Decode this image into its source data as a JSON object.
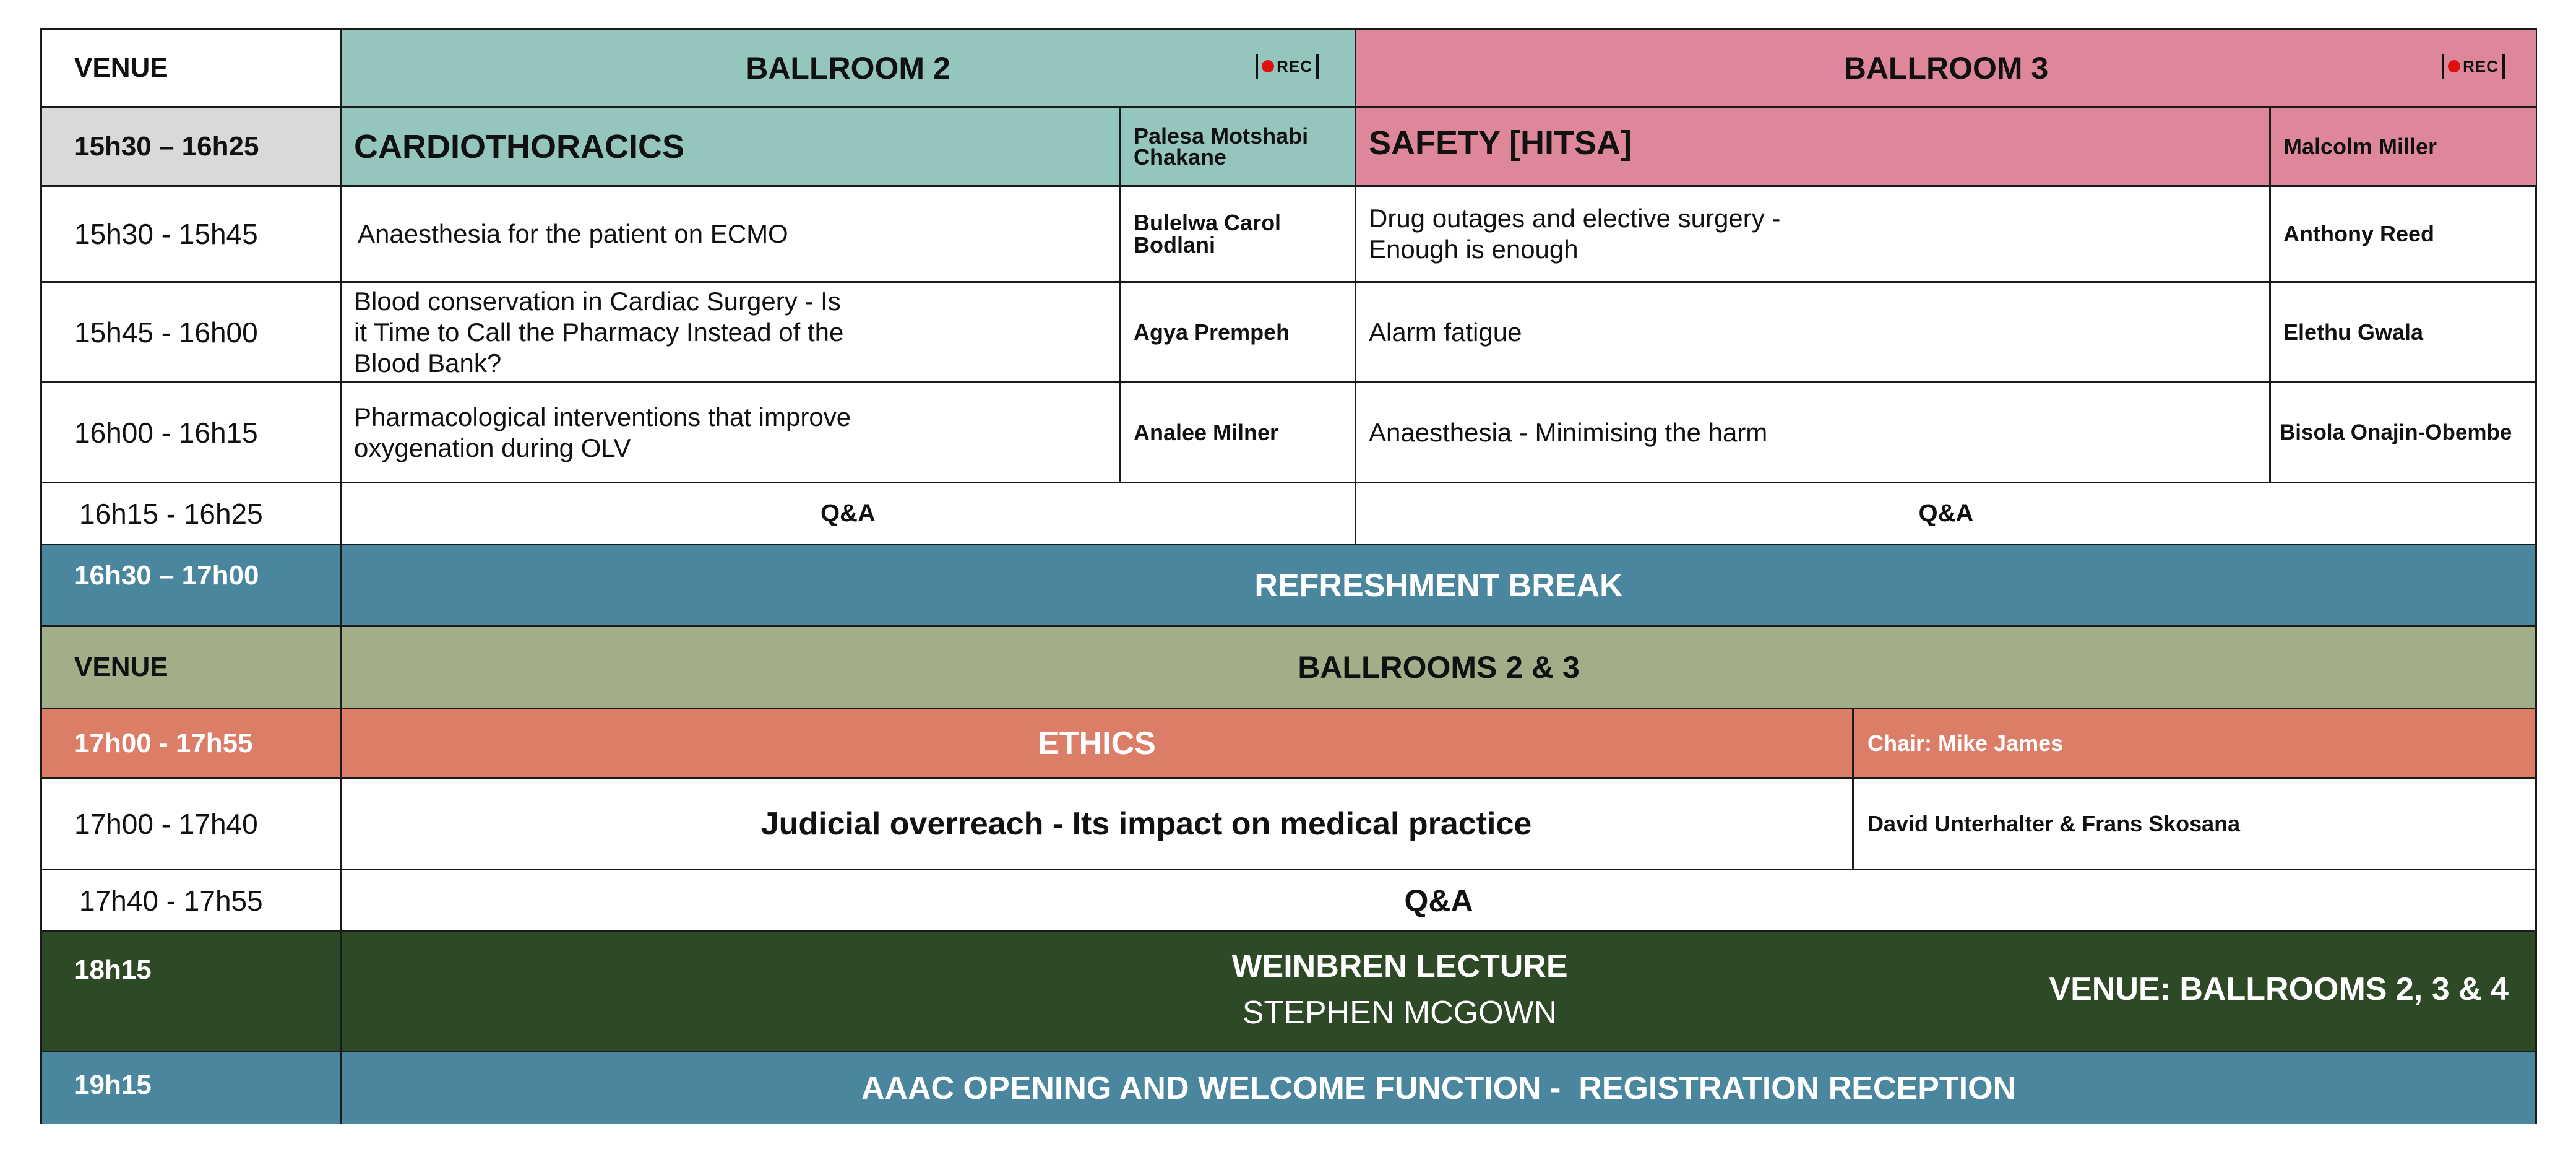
{
  "header": {
    "venue_label": "VENUE",
    "ballroom2": "BALLROOM 2",
    "ballroom3": "BALLROOM 3",
    "rec_label": "REC"
  },
  "session1": {
    "time": "15h30 – 16h25",
    "b2_title": "CARDIOTHORACICS",
    "b2_chair": "Palesa Motshabi Chakane",
    "b3_title": "SAFETY [HITSA]",
    "b3_chair": "Malcolm Miller",
    "talks": [
      {
        "time": "15h30 - 15h45",
        "b2_talk": "Anaesthesia for the patient on ECMO",
        "b2_speaker": "Bulelwa Carol Bodlani",
        "b3_talk": "Drug outages and elective surgery - Enough is enough",
        "b3_speaker": "Anthony Reed"
      },
      {
        "time": "15h45 - 16h00",
        "b2_talk": "Blood conservation in Cardiac Surgery - Is it Time to Call the Pharmacy Instead of the Blood Bank?",
        "b2_speaker": "Agya Prempeh",
        "b3_talk": "Alarm fatigue",
        "b3_speaker": "Elethu Gwala"
      },
      {
        "time": "16h00 - 16h15",
        "b2_talk": "Pharmacological interventions that improve oxygenation during OLV",
        "b2_speaker": "Analee Milner",
        "b3_talk": "Anaesthesia - Minimising the harm",
        "b3_speaker": "Bisola Onajin-Obembe"
      }
    ],
    "qa_time": "16h15 - 16h25",
    "qa_label": "Q&A"
  },
  "break": {
    "time": "16h30 – 17h00",
    "label": "REFRESHMENT BREAK"
  },
  "venue2": {
    "label": "VENUE",
    "value": "BALLROOMS 2 & 3"
  },
  "ethics": {
    "time": "17h00 - 17h55",
    "title": "ETHICS",
    "chair": "Chair: Mike James",
    "talk_time": "17h00 - 17h40",
    "talk": "Judicial overreach - Its impact on medical practice",
    "speakers": "David Unterhalter & Frans Skosana",
    "qa_time": "17h40 - 17h55",
    "qa_label": "Q&A"
  },
  "lecture": {
    "time": "18h15",
    "title": "WEINBREN LECTURE",
    "speaker": "STEPHEN MCGOWN",
    "venue": "VENUE: BALLROOMS 2, 3 & 4"
  },
  "opening": {
    "time": "19h15",
    "label": "AAAC OPENING AND WELCOME FUNCTION -  REGISTRATION RECEPTION"
  },
  "colors": {
    "ballroom2": "#94c6bd",
    "ballroom3": "#de869a",
    "break": "#4a879e",
    "venue": "#a1ae87",
    "ethics": "#dc7d67",
    "lecture": "#2e4925"
  }
}
